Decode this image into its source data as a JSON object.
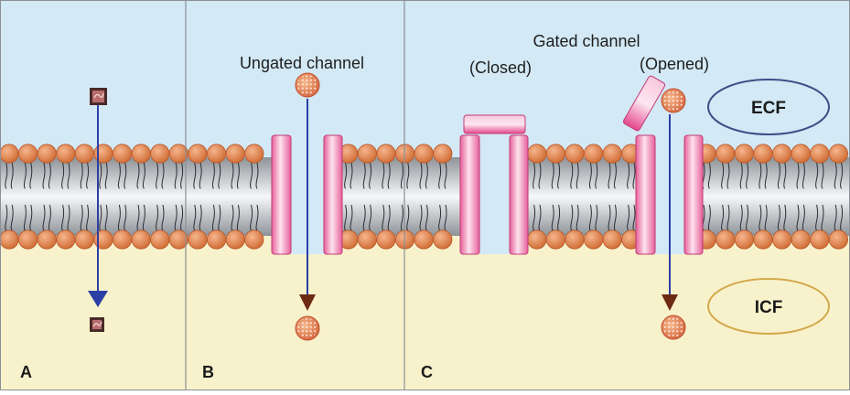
{
  "diagram": {
    "panels": [
      {
        "id": "A",
        "label": "A"
      },
      {
        "id": "B",
        "label": "B",
        "title": "Ungated channel"
      },
      {
        "id": "C",
        "label": "C",
        "title": "Gated channel",
        "closed_label": "(Closed)",
        "opened_label": "(Opened)"
      }
    ],
    "legend": {
      "ecf": {
        "label": "ECF",
        "ring_color": "#3a4f86"
      },
      "icf": {
        "label": "ICF",
        "ring_color": "#d3a94d"
      }
    },
    "colors": {
      "ecf_fill": "#d3e9f5",
      "icf_fill": "#f8f2cc",
      "head_fill": "#e2844d",
      "channel_fill": "#f6aac9",
      "gate_fill": "#ec4f95",
      "arrow_blue": "#2c3fa7",
      "arrow_brown": "#6d2a12",
      "ion_fill": "#e07c4f",
      "lipid_molecule_fill": "#4a2a28"
    },
    "icons": {
      "lipid_molecule": "square-molecule-icon",
      "ion": "round-ion-icon"
    }
  }
}
